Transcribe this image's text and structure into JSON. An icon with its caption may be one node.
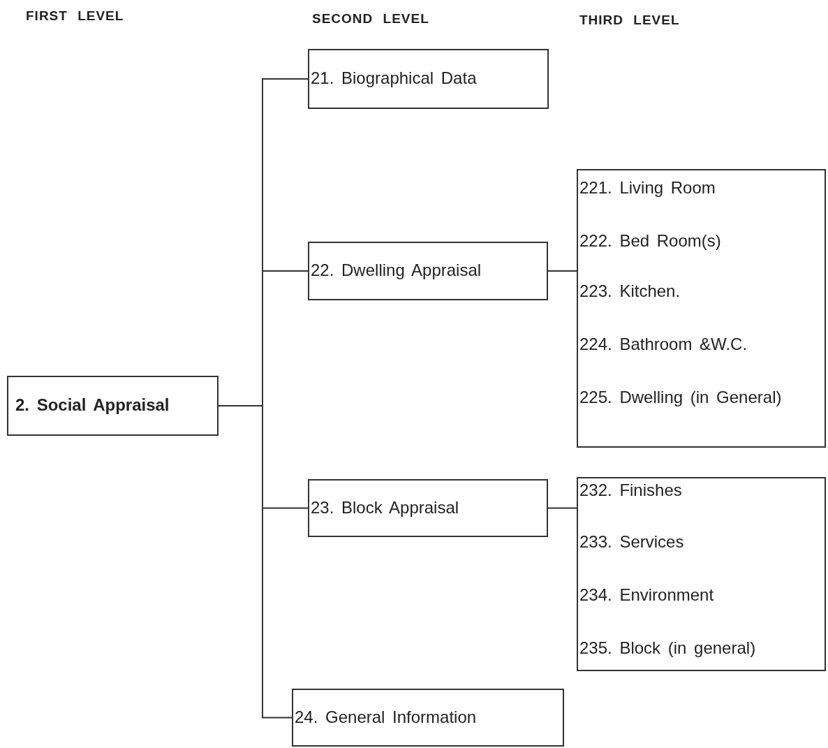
{
  "diagram": {
    "nodes": [
      {
        "text": [
          "2. Social Appraisal"
        ]
      },
      {
        "text": [
          "21. Biographical Data"
        ]
      },
      {
        "text": [
          "22. Dwelling Appraisal"
        ]
      },
      {
        "text": [
          "221. Living Room",
          "222. Bed Room(s)",
          "223. Kitchen.",
          "224. Bathroom &W.C.",
          "225. Dwelling (in General)"
        ]
      },
      {
        "text": [
          "23. Block Appraisal"
        ]
      },
      {
        "text": [
          "232. Finishes",
          "233. Services",
          "234. Environment",
          "235. Block (in general)"
        ]
      },
      {
        "text": [
          "24. General Information"
        ]
      }
    ],
    "edges": [
      {
        "from": 0,
        "to": 1,
        "arrow": "none"
      },
      {
        "from": 0,
        "to": 2,
        "arrow": "none"
      },
      {
        "from": 0,
        "to": 4,
        "arrow": "none"
      },
      {
        "from": 0,
        "to": 6,
        "arrow": "none"
      },
      {
        "from": 2,
        "to": 3,
        "arrow": "none"
      },
      {
        "from": 4,
        "to": 5,
        "arrow": "none"
      }
    ],
    "labels": [
      "FIRST LEVEL",
      "SECOND LEVEL",
      "THIRD LEVEL"
    ]
  }
}
